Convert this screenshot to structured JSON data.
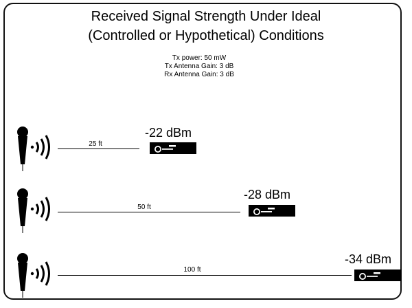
{
  "title_line1": "Received Signal Strength Under Ideal",
  "title_line2": "(Controlled or Hypothetical) Conditions",
  "params": {
    "tx_power": "Tx power: 50 mW",
    "tx_gain": "Tx Antenna Gain: 3 dB",
    "rx_gain": "Rx Antenna Gain: 3 dB"
  },
  "links": [
    {
      "distance": "25 ft",
      "rssi": "-22 dBm"
    },
    {
      "distance": "50 ft",
      "rssi": "-28 dBm"
    },
    {
      "distance": "100 ft",
      "rssi": "-34 dBm"
    }
  ]
}
